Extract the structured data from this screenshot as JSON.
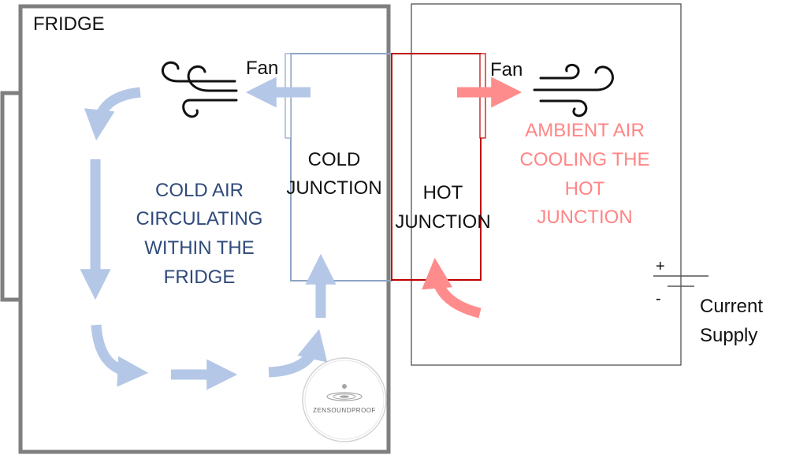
{
  "labels": {
    "fridge": "FRIDGE",
    "fan_left": "Fan",
    "fan_right": "Fan",
    "cold_junction": [
      "COLD",
      "JUNCTION"
    ],
    "hot_junction": [
      "HOT",
      "JUNCTION"
    ],
    "cold_air": [
      "COLD AIR",
      "CIRCULATING",
      "WITHIN THE",
      "FRIDGE"
    ],
    "ambient_air": [
      "AMBIENT AIR",
      "COOLING THE",
      "HOT",
      "JUNCTION"
    ],
    "plus": "+",
    "minus": "-",
    "current_supply": [
      "Current",
      "Supply"
    ],
    "logo": "ZENSOUNDPROOF"
  },
  "icons": {
    "fan_left": "wind-icon",
    "fan_right": "wind-icon",
    "logo": "zensoundproof-logo"
  },
  "colors": {
    "fridge_border": "#7f7f7f",
    "cold_flow": "#b4c7e7",
    "cold_text": "#2f4a7a",
    "cold_junction_border": "#8ea5c4",
    "hot_junction_border": "#c00000",
    "hot_flow": "#ff8c8c",
    "ambient_text": "#ff8585",
    "outline": "#222222"
  }
}
